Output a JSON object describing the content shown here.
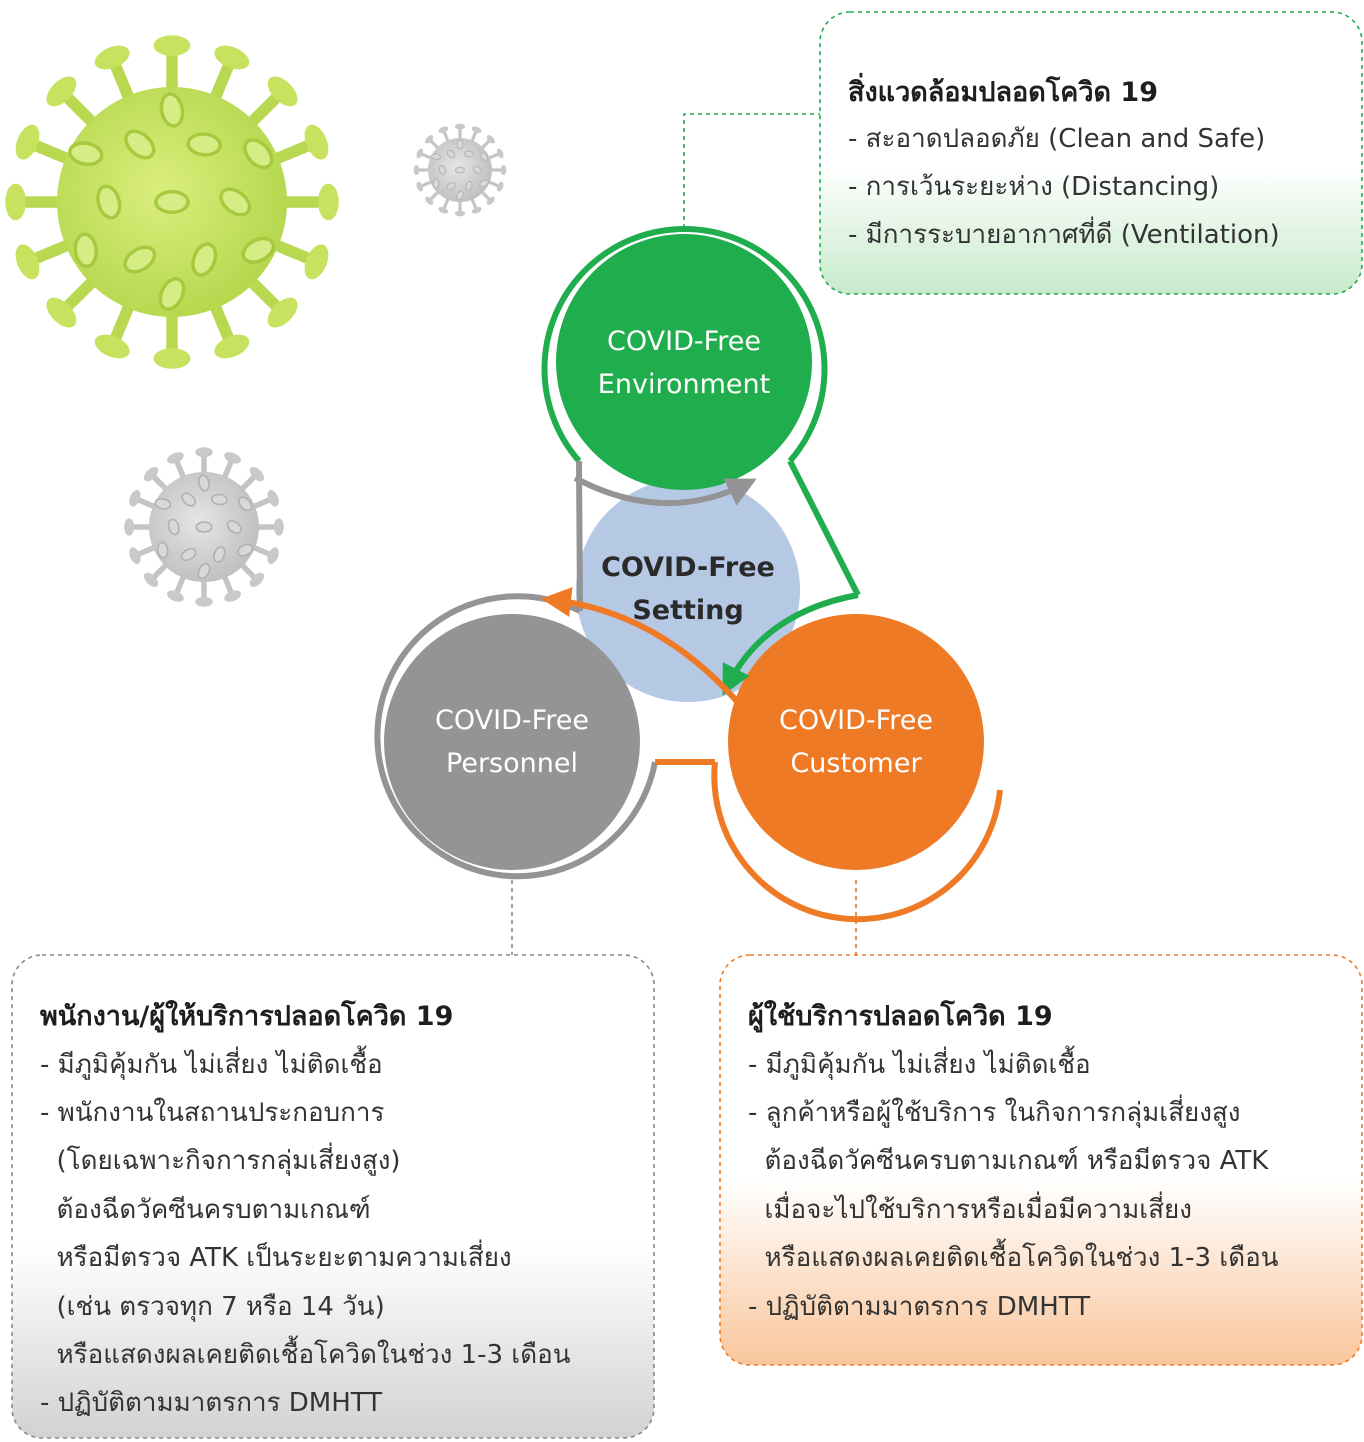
{
  "colors": {
    "green": "#20ad4e",
    "orange": "#ef7a26",
    "gray": "#949496",
    "center": "#b6c9e4",
    "virus_lime": "#c4e05a"
  },
  "circles": {
    "environment": {
      "line1": "COVID-Free",
      "line2": "Environment"
    },
    "customer": {
      "line1": "COVID-Free",
      "line2": "Customer"
    },
    "personnel": {
      "line1": "COVID-Free",
      "line2": "Personnel"
    },
    "setting": {
      "line1": "COVID-Free",
      "line2": "Setting"
    }
  },
  "environment_box": {
    "title": "สิ่งแวดล้อมปลอดโควิด 19",
    "lines": [
      "- สะอาดปลอดภัย (Clean and Safe)",
      "- การเว้นระยะห่าง (Distancing)",
      "- มีการระบายอากาศที่ดี (Ventilation)"
    ]
  },
  "personnel_box": {
    "title": "พนักงาน/ผู้ให้บริการปลอดโควิด 19",
    "lines": [
      "- มีภูมิคุ้มกัน ไม่เสี่ยง ไม่ติดเชื้อ",
      "- พนักงานในสถานประกอบการ",
      "  (โดยเฉพาะกิจการกลุ่มเสี่ยงสูง)",
      "  ต้องฉีดวัคซีนครบตามเกณฑ์",
      "  หรือมีตรวจ ATK เป็นระยะตามความเสี่ยง",
      "  (เช่น ตรวจทุก 7 หรือ 14 วัน)",
      "  หรือแสดงผลเคยติดเชื้อโควิดในช่วง 1-3 เดือน",
      "- ปฏิบัติตามมาตรการ DMHTT"
    ]
  },
  "customer_box": {
    "title": "ผู้ใช้บริการปลอดโควิด 19",
    "lines": [
      "- มีภูมิคุ้มกัน ไม่เสี่ยง ไม่ติดเชื้อ",
      "- ลูกค้าหรือผู้ใช้บริการ ในกิจการกลุ่มเสี่ยงสูง",
      "  ต้องฉีดวัคซีนครบตามเกณฑ์ หรือมีตรวจ ATK",
      "  เมื่อจะไปใช้บริการหรือเมื่อมีความเสี่ยง",
      "  หรือแสดงผลเคยติดเชื้อโควิดในช่วง 1-3 เดือน",
      "- ปฏิบัติตามมาตรการ DMHTT"
    ]
  }
}
